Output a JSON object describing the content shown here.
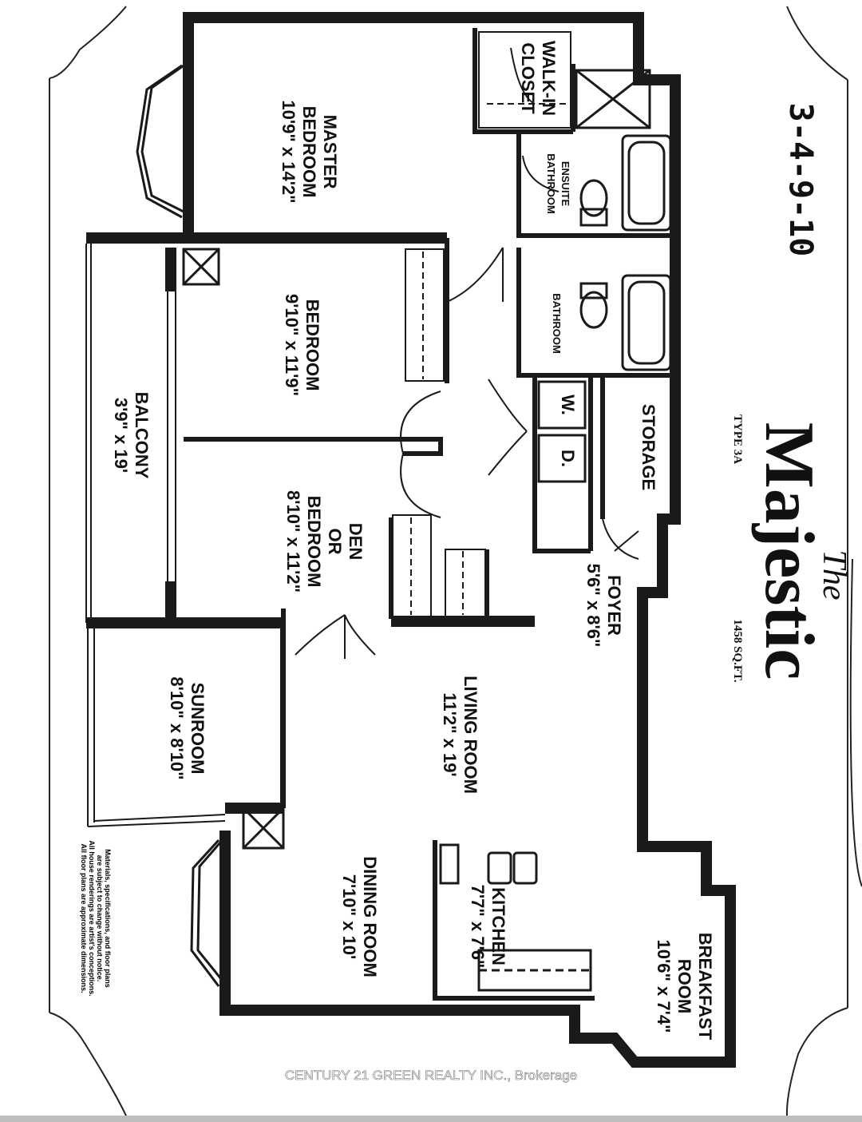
{
  "title": {
    "script": "The",
    "name": "Majestic"
  },
  "type": "TYPE 3A",
  "area": "1458 SQ.FT.",
  "handwritten_note": "3-4-9-10",
  "disclaimer": [
    "Materials, specifications, and floor plans",
    "are subject to change without notice.",
    "All house renderings are artist's conceptions.",
    "All floor plans are approximate dimensions."
  ],
  "watermark": "CENTURY 21 GREEN REALTY INC., Brokerage",
  "rooms": {
    "master_bedroom": {
      "lines": [
        "MASTER",
        "BEDROOM",
        "10'9\" x 14'2\""
      ]
    },
    "walk_in_closet": {
      "lines": [
        "WALK-IN",
        "CLOSET"
      ]
    },
    "ensuite_bathroom": {
      "lines": [
        "ENSUITE",
        "BATHROOM"
      ]
    },
    "bedroom": {
      "lines": [
        "BEDROOM",
        "9'10\" x 11'9\""
      ]
    },
    "bathroom": {
      "lines": [
        "BATHROOM"
      ]
    },
    "balcony": {
      "lines": [
        "BALCONY",
        "3'9\" x 19'"
      ]
    },
    "den": {
      "lines": [
        "DEN",
        "OR",
        "BEDROOM",
        "8'10\" x 11'2\""
      ]
    },
    "storage": {
      "lines": [
        "STORAGE"
      ]
    },
    "foyer": {
      "lines": [
        "FOYER",
        "5'6\" x 8'6\""
      ]
    },
    "washer": "W.",
    "dryer": "D.",
    "living_room": {
      "lines": [
        "LIVING ROOM",
        "11'2\" x 19'"
      ]
    },
    "sunroom": {
      "lines": [
        "SUNROOM",
        "8'10\" x 8'10\""
      ]
    },
    "dining_room": {
      "lines": [
        "DINING ROOM",
        "7'10\" x 10'"
      ]
    },
    "kitchen": {
      "lines": [
        "KITCHEN",
        "7'7\" x 7'6\""
      ]
    },
    "breakfast_room": {
      "lines": [
        "BREAKFAST",
        "ROOM",
        "10'6\" x 7'4\""
      ]
    }
  }
}
